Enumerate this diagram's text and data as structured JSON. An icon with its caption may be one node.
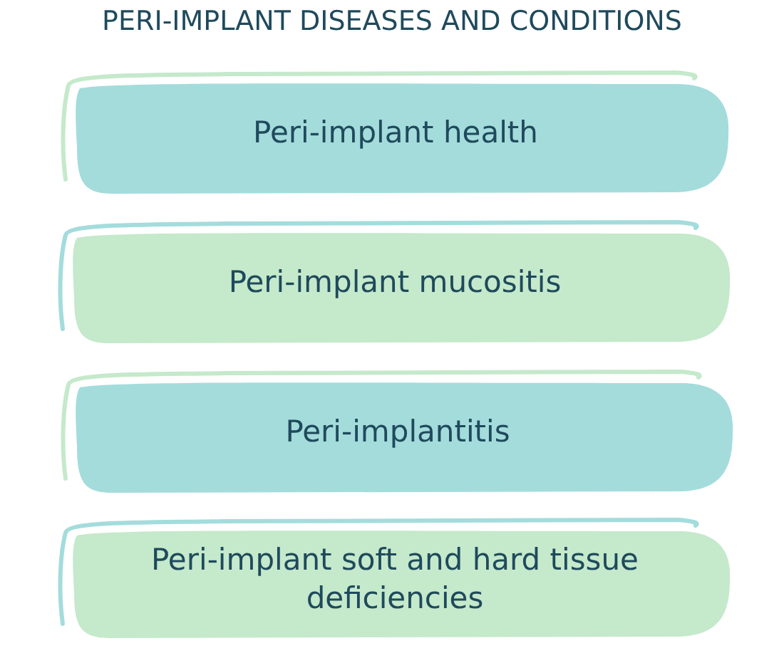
{
  "diagram": {
    "title": "PERI-IMPLANT DISEASES AND CONDITIONS",
    "nodes": [
      {
        "text": [
          "Peri-implant health"
        ]
      },
      {
        "text": [
          "Peri-implant mucositis"
        ]
      },
      {
        "text": [
          "Peri-implantitis"
        ]
      },
      {
        "text": [
          "Peri-implant soft and hard tissue deficiencies"
        ]
      }
    ]
  }
}
